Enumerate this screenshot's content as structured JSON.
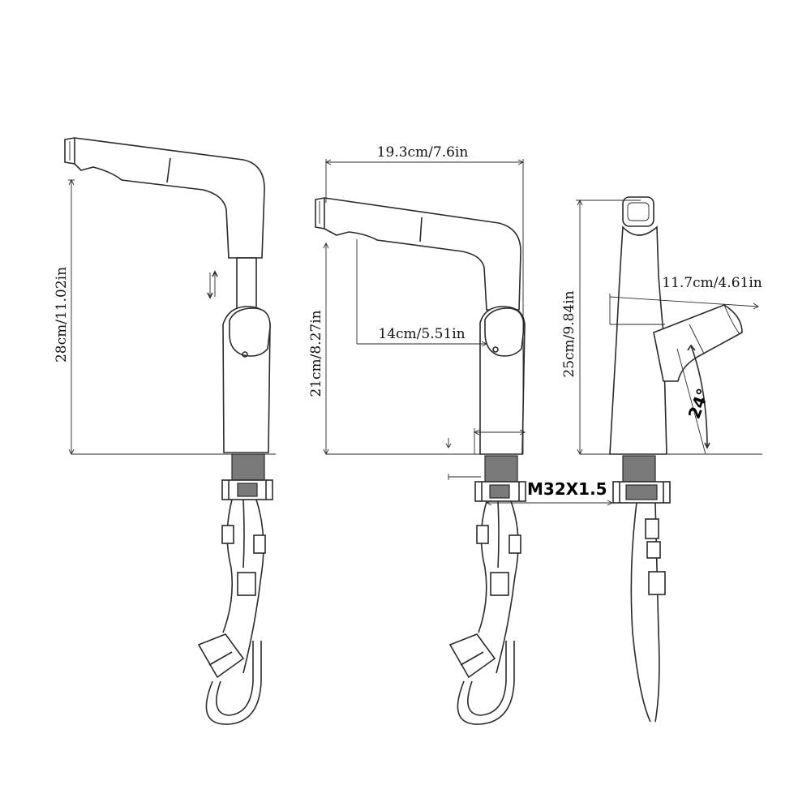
{
  "dimensions": {
    "total_height_pullout": "28cm/11.02in",
    "total_length": "19.3cm/7.6in",
    "spout_height": "21cm/8.27in",
    "spout_reach": "14cm/5.51in",
    "total_height_side": "25cm/9.84in",
    "handle_reach": "11.7cm/4.61in",
    "handle_angle": "24°",
    "thread_spec": "M32X1.5"
  }
}
